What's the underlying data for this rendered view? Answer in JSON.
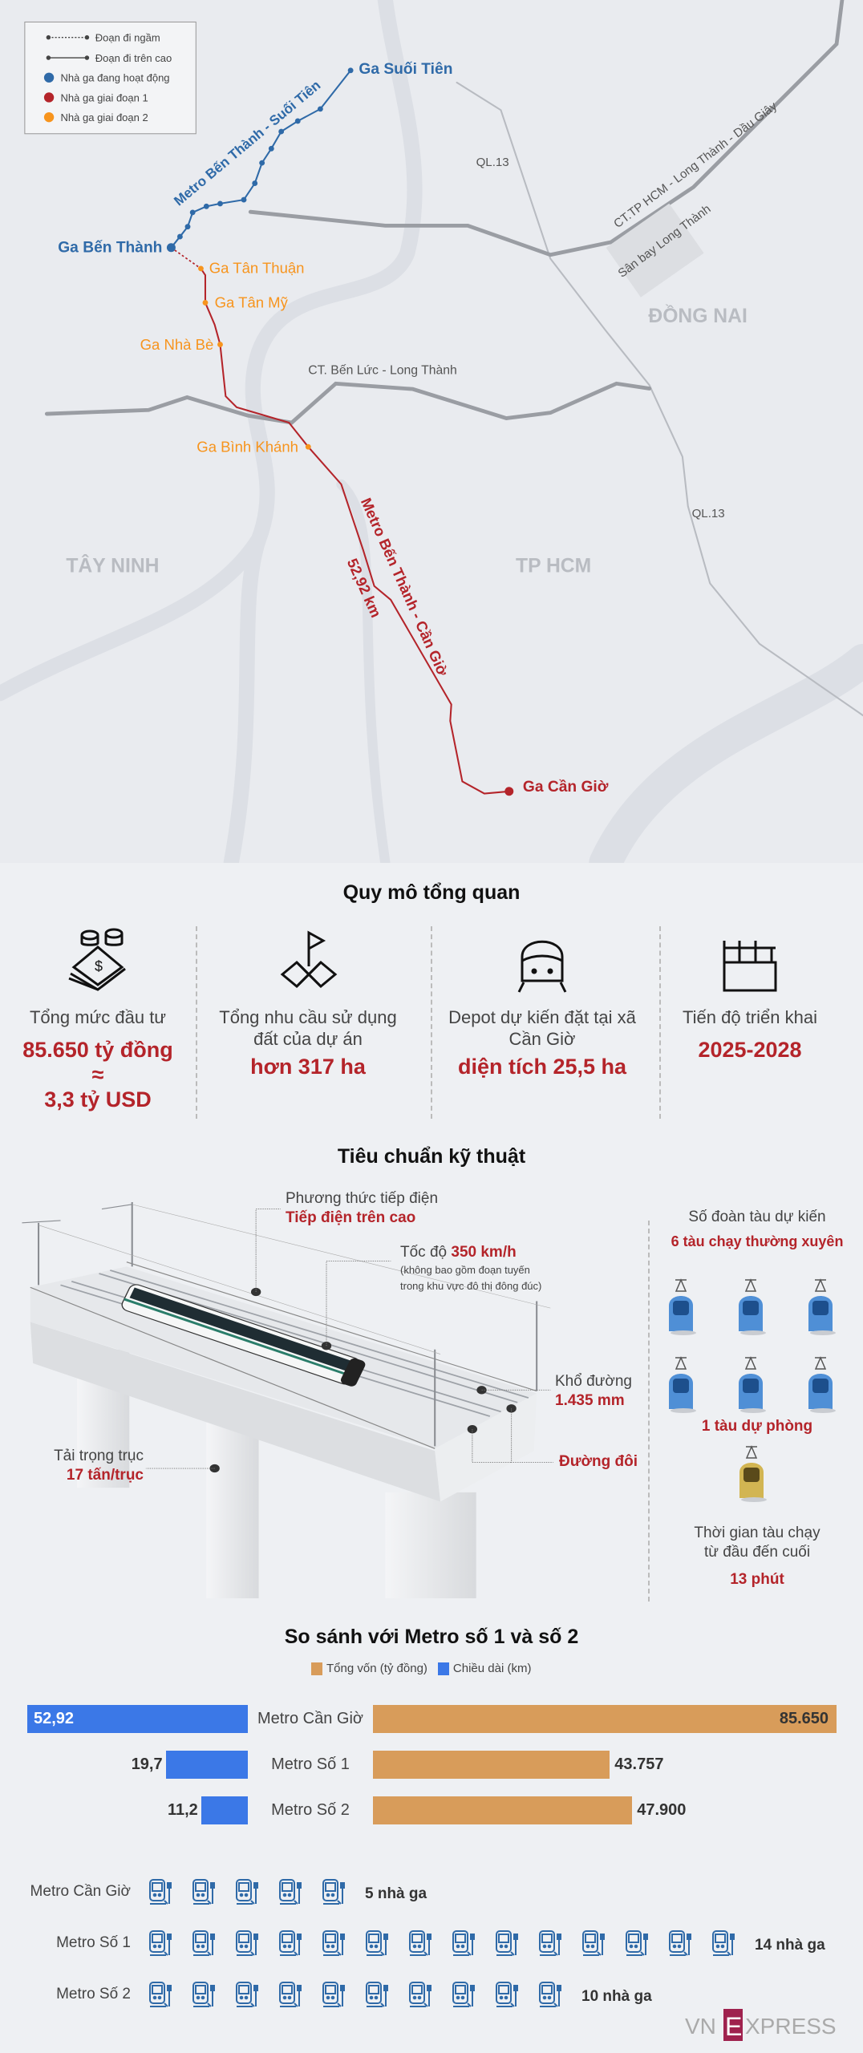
{
  "colors": {
    "operating": "#2f6aa8",
    "phase1": "#b4242a",
    "phase2": "#f7941d",
    "bar_length": "#3b78e7",
    "bar_capital": "#d89c5a",
    "station_icon": "#2f6aa8"
  },
  "map": {
    "legend": [
      {
        "label": "Đoạn đi ngầm",
        "icon": "dotted-line-icon"
      },
      {
        "label": "Đoạn đi trên cao",
        "icon": "solid-line-icon"
      },
      {
        "label": "Nhà ga đang hoạt động",
        "icon": "blue-dot-icon"
      },
      {
        "label": "Nhà ga giai đoạn 1",
        "icon": "red-dot-icon"
      },
      {
        "label": "Nhà ga giai đoạn 2",
        "icon": "orange-dot-icon"
      }
    ],
    "stations": {
      "suoi_tien": "Ga Suối Tiên",
      "ben_thanh": "Ga Bến Thành",
      "tan_thuan": "Ga Tân Thuận",
      "tan_my": "Ga Tân Mỹ",
      "nha_be": "Ga Nhà Bè",
      "binh_khanh": "Ga Bình Khánh",
      "can_gio": "Ga Cần Giờ"
    },
    "lines": {
      "line1": "Metro Bến Thành - Suối Tiên",
      "line_can_gio": "Metro Bến Thành - Cần Giờ",
      "length": "52,92 km"
    },
    "roads": {
      "ql13_a": "QL.13",
      "ql13_b": "QL.13",
      "expressway1": "CT.TP HCM - Long Thành - Dầu Giây",
      "airport": "Sân bay Long Thành",
      "expressway2": "CT. Bến Lức - Long Thành"
    },
    "regions": {
      "dong_nai": "ĐỒNG NAI",
      "tay_ninh": "TÂY NINH",
      "tp_hcm": "TP HCM"
    }
  },
  "overview": {
    "title": "Quy mô tổng quan",
    "items": [
      {
        "icon": "money-icon",
        "label": "Tổng mức đầu tư",
        "value": "85.650 tỷ đồng",
        "approx": "≈",
        "value2": "3,3 tỷ USD"
      },
      {
        "icon": "land-flag-icon",
        "label": "Tổng nhu cầu sử dụng đất của dự án",
        "value": "hơn 317 ha"
      },
      {
        "icon": "train-front-icon",
        "label": "Depot dự kiến đặt tại xã Cần Giờ",
        "value": "diện tích 25,5 ha"
      },
      {
        "icon": "calendar-icon",
        "label": "Tiến độ triển khai",
        "value": "2025-2028"
      }
    ]
  },
  "technical": {
    "title": "Tiêu chuẩn kỹ thuật",
    "power_label": "Phương thức tiếp điện",
    "power_value": "Tiếp điện trên cao",
    "speed_label": "Tốc độ",
    "speed_value": "350 km/h",
    "speed_note1": "(không bao gồm đoạn tuyến",
    "speed_note2": "trong khu vực đô thị đông đúc)",
    "gauge_label": "Khổ đường",
    "gauge_value": "1.435 mm",
    "track_value": "Đường đôi",
    "axle_label": "Tải trọng trục",
    "axle_value": "17 tấn/trục",
    "trains_label": "Số đoàn tàu dự kiến",
    "trains_value": "6 tàu chạy thường xuyên",
    "regular_trains": 6,
    "reserve_value": "1 tàu dự phòng",
    "reserve_trains": 1,
    "time_label1": "Thời gian tàu chạy",
    "time_label2": "từ đầu đến cuối",
    "time_value": "13 phút"
  },
  "comparison": {
    "title": "So sánh với Metro số 1 và số 2",
    "chart_data": {
      "type": "bar",
      "categories": [
        "Metro Cần Giờ",
        "Metro Số 1",
        "Metro Số 2"
      ],
      "series": [
        {
          "name": "Chiều dài (km)",
          "values": [
            52.92,
            19.7,
            11.2
          ],
          "labels": [
            "52,92",
            "19,7",
            "11,2"
          ]
        },
        {
          "name": "Tổng vốn (tỷ đồng)",
          "values": [
            85650,
            43757,
            47900
          ],
          "labels": [
            "85.650",
            "43.757",
            "47.900"
          ]
        }
      ],
      "legend": [
        "Tổng vốn (tỷ đồng)",
        "Chiều dài (km)"
      ]
    },
    "stations": [
      {
        "name": "Metro Cần Giờ",
        "count": 5,
        "label": "5 nhà ga"
      },
      {
        "name": "Metro Số 1",
        "count": 14,
        "label": "14 nhà ga"
      },
      {
        "name": "Metro Số 2",
        "count": 10,
        "label": "10 nhà ga"
      }
    ]
  },
  "logo": "VNEXPRESS"
}
